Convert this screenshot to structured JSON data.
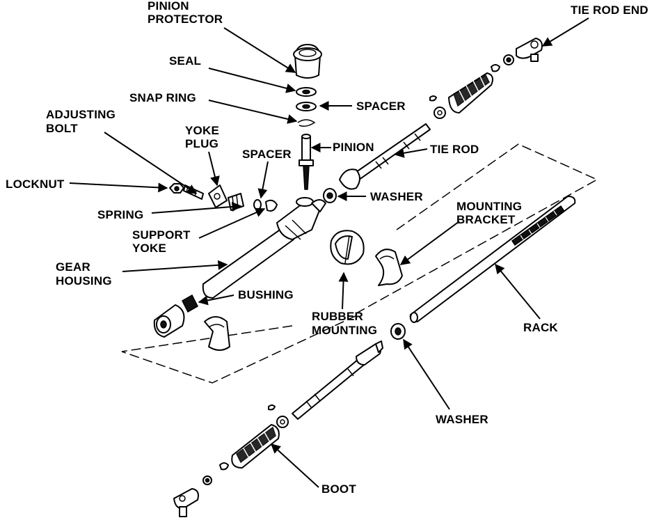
{
  "diagram": {
    "labels": {
      "pinion_protector_1": "PINION",
      "pinion_protector_2": "PROTECTOR",
      "tie_rod_end_top": "TIE ROD END",
      "seal": "SEAL",
      "snap_ring": "SNAP RING",
      "spacer_top": "SPACER",
      "adjusting_bolt_1": "ADJUSTING",
      "adjusting_bolt_2": "BOLT",
      "yoke_plug_1": "YOKE",
      "yoke_plug_2": "PLUG",
      "spacer_mid": "SPACER",
      "pinion": "PINION",
      "tie_rod": "TIE ROD",
      "locknut": "LOCKNUT",
      "washer_top": "WASHER",
      "spring": "SPRING",
      "support_yoke_1": "SUPPORT",
      "support_yoke_2": "YOKE",
      "mounting_bracket_1": "MOUNTING",
      "mounting_bracket_2": "BRACKET",
      "gear_housing_1": "GEAR",
      "gear_housing_2": "HOUSING",
      "bushing": "BUSHING",
      "rubber_mounting_1": "RUBBER",
      "rubber_mounting_2": "MOUNTING",
      "rack": "RACK",
      "washer_bottom": "WASHER",
      "boot": "BOOT"
    }
  }
}
